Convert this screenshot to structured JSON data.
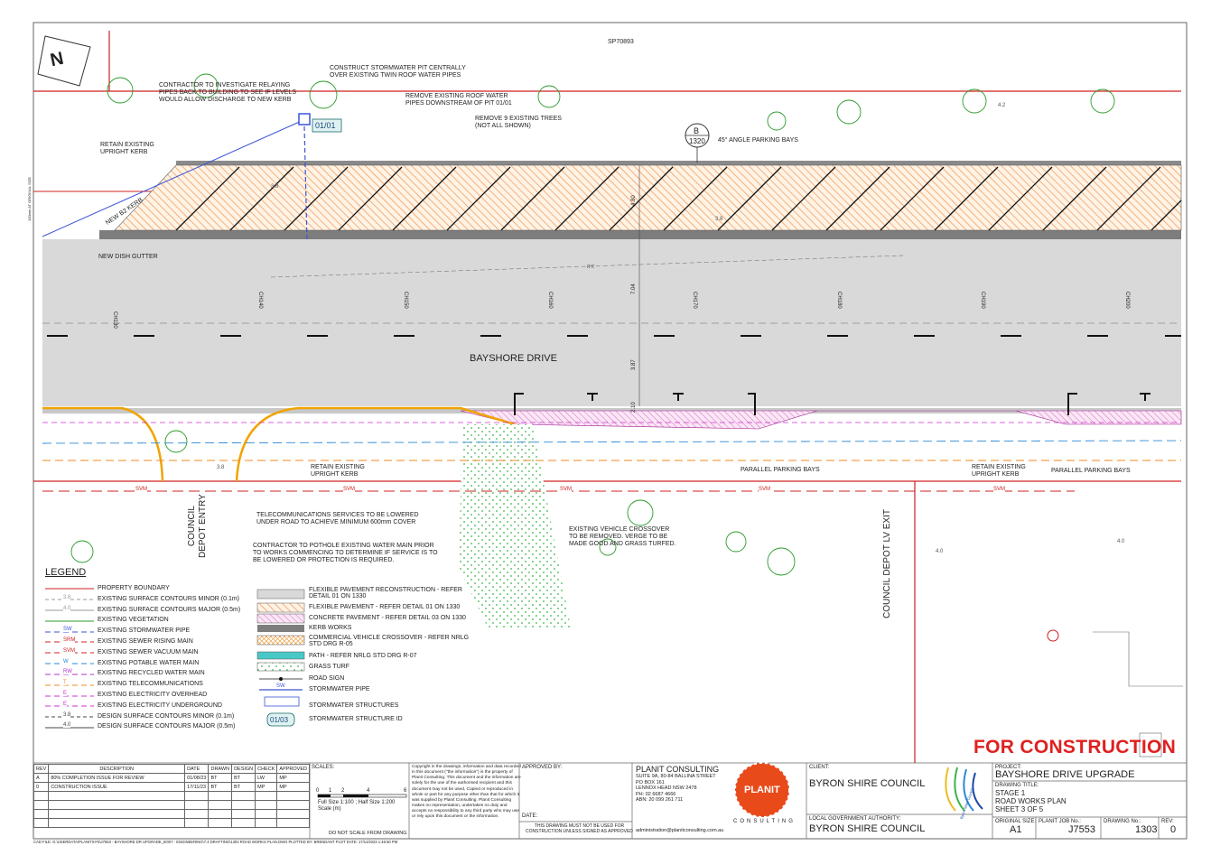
{
  "north": "N",
  "lot": "SP70893",
  "street_name": "BAYSHORE DRIVE",
  "sheet_label": "01/01",
  "callout_b": "B",
  "callout_b_ref": "1320",
  "notes": {
    "pit": [
      "CONSTRUCT STORMWATER PIT CENTRALLY",
      "OVER EXISTING TWIN ROOF WATER PIPES"
    ],
    "contractor_pipes": [
      "CONTRACTOR TO INVESTIGATE RELAYING",
      "PIPES BACK TO BUILDING TO SEE IF LEVELS",
      "WOULD ALLOW DISCHARGE TO NEW KERB"
    ],
    "remove_roof": [
      "REMOVE EXISTING ROOF WATER",
      "PIPES DOWNSTREAM OF PIT 01/01"
    ],
    "remove_trees": [
      "REMOVE 9 EXISTING TREES",
      "(NOT ALL SHOWN)"
    ],
    "angle_parking": "45° ANGLE PARKING BAYS",
    "retain_kerb_top": [
      "RETAIN EXISTING",
      "UPRIGHT KERB"
    ],
    "new_kerb": "NEW B2 KERB",
    "new_dish": "NEW DISH GUTTER",
    "retain_kerb_mid": [
      "RETAIN EXISTING",
      "UPRIGHT KERB"
    ],
    "retain_kerb_right": [
      "RETAIN EXISTING",
      "UPRIGHT KERB"
    ],
    "parallel_1": "PARALLEL PARKING BAYS",
    "parallel_2": "PARALLEL PARKING BAYS",
    "telecom": [
      "TELECOMMUNICATIONS SERVICES TO BE LOWERED",
      "UNDER ROAD TO ACHIEVE MINIMUM 600mm COVER"
    ],
    "pothole": [
      "CONTRACTOR TO POTHOLE EXISTING WATER MAIN PRIOR",
      "TO WORKS COMMENCING TO DETERMINE IF SERVICE IS TO",
      "BE LOWERED OR PROTECTION IS REQUIRED."
    ],
    "crossover": [
      "EXISTING VEHICLE CROSSOVER",
      "TO BE REMOVED.  VERGE TO BE",
      "MADE GOOD AND GRASS TURFED."
    ],
    "council_entry": [
      "COUNCIL",
      "DEPOT ENTRY"
    ],
    "council_exit": "COUNCIL DEPOT LV EXIT"
  },
  "dims": {
    "d1": "4.80",
    "d2": "7.04",
    "d3": "3.87",
    "d4": "2.10"
  },
  "contours": [
    "3.8",
    "3.8",
    "3.8",
    "4.2",
    "4.0",
    "4.0",
    "3.8"
  ],
  "chainages": [
    "CH130",
    "CH140",
    "CH150",
    "CH160",
    "CH170",
    "CH180",
    "CH190",
    "CH200"
  ],
  "svm": "SVM",
  "legend": {
    "title": "LEGEND",
    "left": [
      {
        "sym": "",
        "label": "PROPERTY BOUNDARY",
        "color": "#d02020"
      },
      {
        "sym": "3.8",
        "label": "EXISTING SURFACE CONTOURS MINOR (0.1m)",
        "color": "#999999"
      },
      {
        "sym": "4.0",
        "label": "EXISTING SURFACE CONTOURS MAJOR (0.5m)",
        "color": "#999999"
      },
      {
        "sym": "",
        "label": "EXISTING VEGETATION",
        "color": "#2a9a2a"
      },
      {
        "sym": "SW",
        "label": "EXISTING STORMWATER PIPE",
        "color": "#3a55d8"
      },
      {
        "sym": "SRM",
        "label": "EXISTING SEWER RISING MAIN",
        "color": "#d02020"
      },
      {
        "sym": "SVM",
        "label": "EXISTING SEWER VACUUM MAIN",
        "color": "#d02020"
      },
      {
        "sym": "W",
        "label": "EXISTING POTABLE WATER MAIN",
        "color": "#2a8ad8"
      },
      {
        "sym": "RW",
        "label": "EXISTING RECYCLED WATER MAIN",
        "color": "#b030d0"
      },
      {
        "sym": "T",
        "label": "EXISTING TELECOMMUNICATIONS",
        "color": "#f08a20"
      },
      {
        "sym": "E",
        "label": "EXISTING ELECTRICITY OVERHEAD",
        "color": "#d030d0"
      },
      {
        "sym": "E",
        "label": "EXISTING ELECTRICITY UNDERGROUND",
        "color": "#d030d0"
      },
      {
        "sym": "3.8",
        "label": "DESIGN SURFACE CONTOURS MINOR (0.1m)",
        "color": "#444444"
      },
      {
        "sym": "4.0",
        "label": "DESIGN SURFACE CONTOURS MAJOR (0.5m)",
        "color": "#444444"
      }
    ],
    "right": [
      {
        "label": "FLEXIBLE PAVEMENT RECONSTRUCTION - REFER DETAIL 01 ON 1330"
      },
      {
        "label": "FLEXIBLE PAVEMENT - REFER DETAIL 01 ON 1330"
      },
      {
        "label": "CONCRETE PAVEMENT - REFER DETAIL 03 ON 1330"
      },
      {
        "label": "KERB WORKS"
      },
      {
        "label": "COMMERCIAL VEHICLE CROSSOVER - REFER NRLG STD DRG R-05"
      },
      {
        "label": "PATH - REFER NRLG STD DRG R-07"
      },
      {
        "label": "GRASS TURF"
      },
      {
        "label": "ROAD SIGN"
      },
      {
        "label": "STORMWATER PIPE",
        "sym": "SW"
      },
      {
        "label": "STORMWATER STRUCTURES"
      },
      {
        "label": "STORMWATER STRUCTURE ID",
        "sym": "01/03"
      }
    ]
  },
  "for_construction": "FOR CONSTRUCTION",
  "title_block": {
    "rev_headers": [
      "REV",
      "DESCRIPTION",
      "DATE",
      "DRAWN",
      "DESIGN",
      "CHECK",
      "APPROVED"
    ],
    "revisions": [
      [
        "A",
        "80% COMPLETION ISSUE FOR REVIEW",
        "01/08/23",
        "BT",
        "BT",
        "LW",
        "MP"
      ],
      [
        "0",
        "CONSTRUCTION ISSUE",
        "17/11/23",
        "BT",
        "BT",
        "MP",
        "MP"
      ]
    ],
    "scales_label": "SCALES:",
    "scale_ticks": [
      "0",
      "1",
      "2",
      "4",
      "6"
    ],
    "scale_text": [
      "Full Size 1:100 ; Half Size 1:200",
      "Scale (m)"
    ],
    "do_not_scale": "DO NOT SCALE FROM DRAWING",
    "copyright": [
      "Copyright in the drawings, information and data recorded",
      "in this document (\"the information\") is the property of",
      "Planit Consulting. This document and the information are",
      "solely for the use of the authorised recipient and this",
      "document may not be used, Copied or reproduced in",
      "whole or part for any purpose other than that for which it",
      "was supplied by Planit Consulting. Planit Consulting",
      "makes no representation, undertakes no duty and",
      "accepts no responsibility to any third party who may use",
      "or rely upon this document or the information."
    ],
    "approved_by": "APPROVED BY:",
    "date_label": "DATE:",
    "not_used": [
      "THIS DRAWING MUST NOT BE USED FOR",
      "CONSTRUCTION UNLESS SIGNED AS APPROVED"
    ],
    "firm": "PLANIT CONSULTING",
    "firm_address": [
      "SUITE 9A, 80-84 BALLINA STREET",
      "PO BOX 161",
      "LENNOX HEAD NSW 2478",
      "PH: 02 6687 4666",
      "ABN: 20 099 261 711"
    ],
    "firm_email": "administration@planitconsulting.com.au",
    "logo_text": "PLANIT",
    "logo_sub": "CONSULTING",
    "client_label": "CLIENT:",
    "client": "BYRON SHIRE COUNCIL",
    "lga_label": "LOCAL GOVERNMENT AUTHORITY:",
    "lga": "BYRON SHIRE COUNCIL",
    "council_logo_text": "Byron Shire Council",
    "project_label": "PROJECT:",
    "project": "BAYSHORE DRIVE UPGRADE",
    "drawing_title_label": "DRAWING TITLE:",
    "drawing_title": [
      "STAGE 1",
      "ROAD WORKS PLAN",
      "SHEET 3 OF 5"
    ],
    "original_size_label": "ORIGINAL SIZE:",
    "original_size": "A1",
    "job_label": "PLANIT JOB No.:",
    "job": "J7553",
    "drawing_no_label": "DRAWING No.:",
    "drawing_no": "1303",
    "rev_label": "REV:",
    "rev": "0",
    "cad_file": "CAD FILE: G:\\USERDATA\\PLANITSYN\\J7553 - BAYSHORE DR UPGRADE_60\\07 - ENGINEERING\\7.4 DRAFTING\\1303 ROAD WORKS PLAN.DWG PLOTTED BY: BRENDANT  PLOT DATE: 17/11/2023 1:46:50 PM",
    "side_text": "100mm AT ORIGINAL SIZE"
  }
}
